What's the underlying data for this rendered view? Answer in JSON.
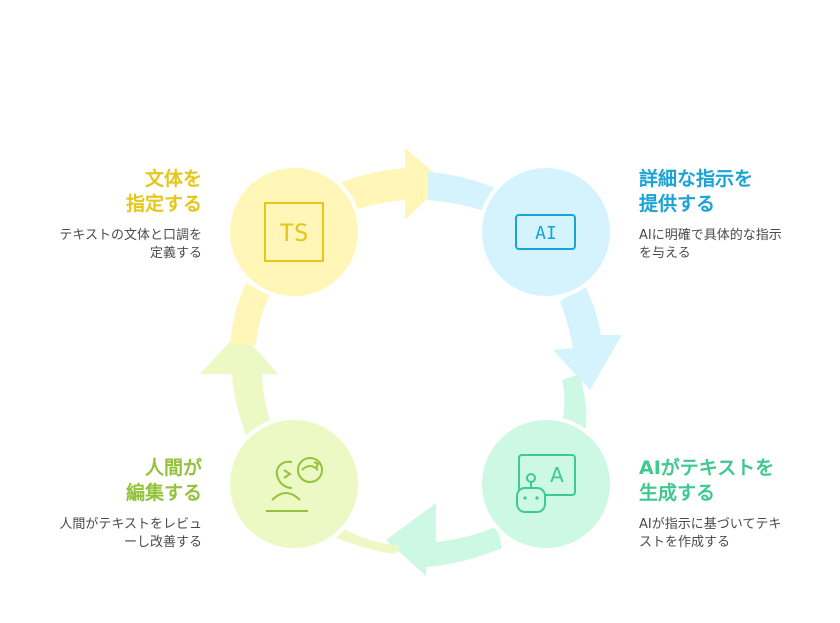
{
  "colors": {
    "yellow": "#e6c619",
    "blue": "#1aa3d6",
    "green": "#3ec98f",
    "lime": "#93c23b",
    "yellow_fill": "#fff6b8",
    "blue_fill": "#d4f3fc",
    "green_fill": "#cdf8e3",
    "lime_fill": "#ecf9c4"
  },
  "steps": [
    {
      "title": "文体を\n指定する",
      "description": "テキストの文体と口調を\n定義する",
      "icon": "ts-icon",
      "icon_label": "TS"
    },
    {
      "title": "詳細な指示を\n提供する",
      "description": "AIに明確で具体的な指示\nを与える",
      "icon": "ai-chip-icon",
      "icon_label": "AI"
    },
    {
      "title": "AIがテキストを\n生成する",
      "description": "AIが指示に基づいてテキ\nストを作成する",
      "icon": "robot-writing-icon",
      "icon_label": "A"
    },
    {
      "title": "人間が\n編集する",
      "description": "人間がテキストをレビュ\nーし改善する",
      "icon": "human-review-icon"
    }
  ]
}
